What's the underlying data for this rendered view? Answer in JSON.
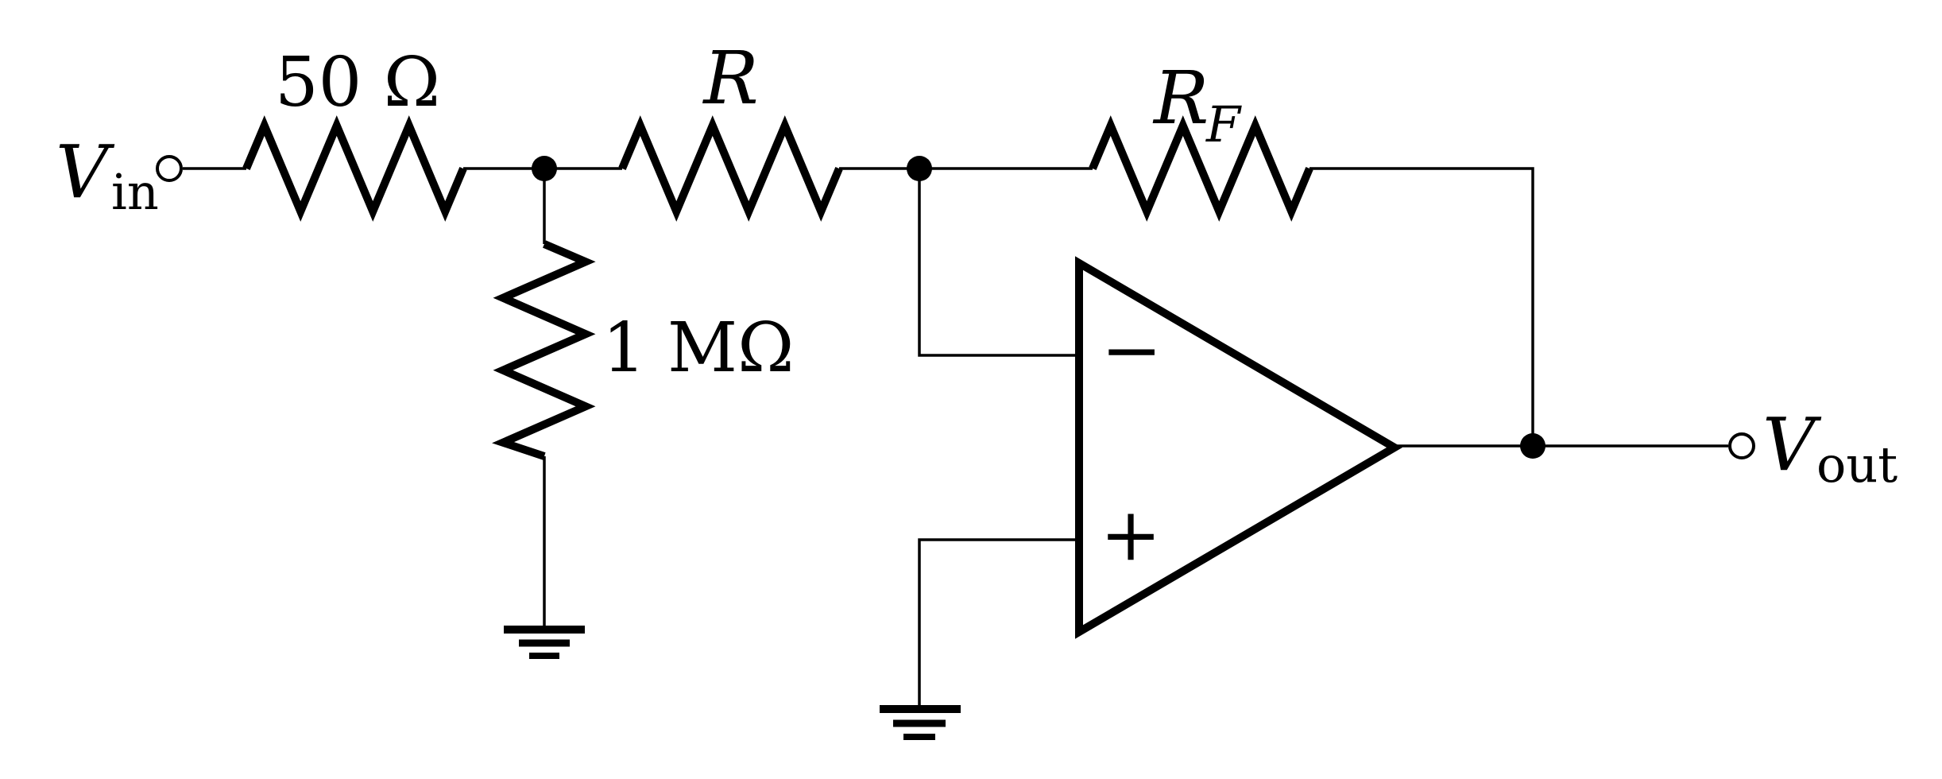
{
  "colors": {
    "ink": "#000000",
    "background": "#ffffff"
  },
  "circuit": {
    "kind": "op-amp amplifier schematic",
    "input_terminal": {
      "label": "V",
      "sub": "in"
    },
    "output_terminal": {
      "label": "V",
      "sub": "out"
    },
    "source_resistor": {
      "value": "50 Ω"
    },
    "shunt_resistor": {
      "value": "1 MΩ"
    },
    "series_resistor": {
      "label": "R"
    },
    "feedback_resistor": {
      "label": "R",
      "sub": "F"
    },
    "opamp": {
      "inverting_input_symbol": "−",
      "noninverting_input_symbol": "+"
    }
  }
}
